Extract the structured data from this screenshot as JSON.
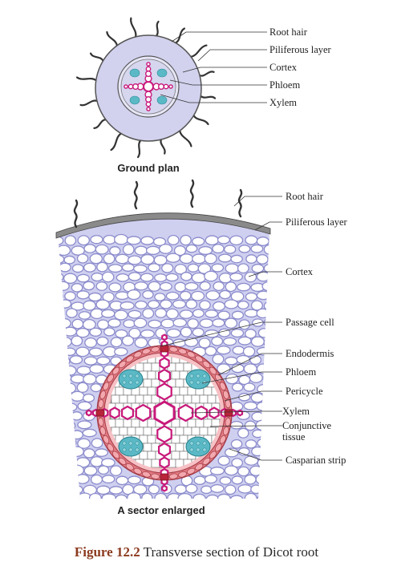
{
  "ground_plan": {
    "title": "Ground plan",
    "labels": [
      "Root hair",
      "Piliferous layer",
      "Cortex",
      "Phloem",
      "Xylem"
    ]
  },
  "sector": {
    "title": "A sector enlarged",
    "labels": [
      "Root hair",
      "Piliferous layer",
      "Cortex",
      "Passage cell",
      "Endodermis",
      "Phloem",
      "Pericycle",
      "Xylem",
      "Conjunctive",
      "tissue",
      "Casparian strip"
    ]
  },
  "caption": {
    "number": "Figure 12.2",
    "text": "Transverse section of Dicot root"
  },
  "colors": {
    "cortex": "#c9c9ee",
    "cortex_cell_line": "#8c8ccc",
    "endodermis": "#e0707a",
    "pericycle": "#f4b8bd",
    "phloem": "#5bb9c6",
    "xylem": "#c8187a",
    "hair": "#333333"
  }
}
